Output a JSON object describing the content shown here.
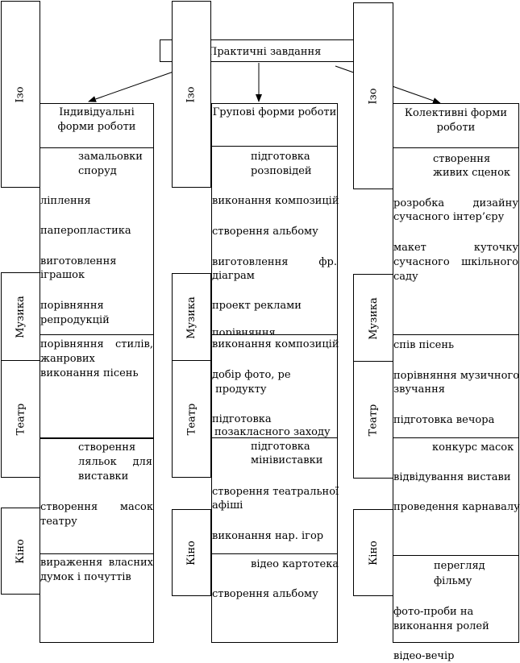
{
  "title": "Практичні завдання",
  "side_labels": {
    "izo": "Ізо",
    "muzyka": "Музика",
    "teatr": "Театр",
    "kino": "Кіно"
  },
  "columns": [
    {
      "header": [
        "Індивідуальні",
        "форми роботи"
      ],
      "izo": [
        "замальовки",
        "споруд",
        "ліплення",
        "паперопластика",
        "виготовлення",
        "іграшок",
        "порівняння",
        "репродукцій"
      ],
      "muzyka": [
        "порівняння стилів,",
        "жанрових",
        "виконання пісень"
      ],
      "teatr": [
        "створення",
        "ляльок для",
        "виставки",
        "створення масок",
        "театру"
      ],
      "kino": [
        "вираження власних",
        "думок і почуттів"
      ]
    },
    {
      "header": [
        "Групові форми роботи"
      ],
      "izo": [
        "підготовка",
        "розповідей",
        "виконання композицій",
        "створення альбому",
        "виготовлення фр.",
        "діаграм",
        "проект реклами",
        "порівняння"
      ],
      "muzyka": [
        "виконання композицій",
        "добір фото, ре",
        " продукту",
        "підготовка",
        "позакласного заходу"
      ],
      "teatr": [
        "підготовка",
        "мінівиставки",
        "створення театральної",
        "афіші",
        "виконання нар. ігор"
      ],
      "kino": [
        "відео картотека",
        "створення альбому"
      ]
    },
    {
      "header": [
        "Колективні форми",
        "роботи"
      ],
      "izo": [
        "створення",
        "живих сценок",
        "розробка дизайну",
        "сучасного інтер’єру",
        "макет куточку",
        "сучасного шкільного",
        "саду"
      ],
      "muzyka": [
        "спів пісень",
        "порівняння музичного",
        "звучання",
        "підготовка вечора"
      ],
      "teatr": [
        "конкурс масок",
        "відвідування вистави",
        "проведення карнавалу"
      ],
      "kino": [
        "перегляд",
        "фільму",
        "фото-проби на",
        "виконання ролей",
        "відео-вечір"
      ]
    }
  ]
}
